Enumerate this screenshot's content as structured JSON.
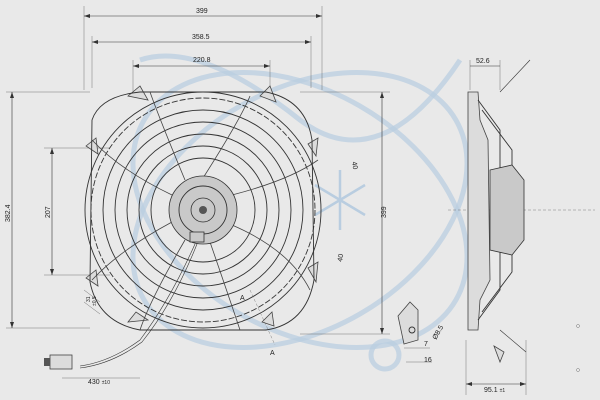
{
  "dimensions": {
    "overall_width": "399",
    "mount_span": "358.5",
    "inner_span": "220.8",
    "overall_height": "382.4",
    "hub_height": "207",
    "right_height": "399",
    "side_depth": "52.6",
    "side_base": "95.1",
    "side_base_suffix": "±1",
    "cable_length": "430",
    "cable_suffix": "±10",
    "angle_upper": "40",
    "angle_lower": "40",
    "dia_label": "Ø8.5",
    "small_7": "7",
    "small_16": "16",
    "slot_label": "31",
    "slot_sub": "±0.5",
    "section_mark_a": "A",
    "section_mark_b": "A"
  }
}
